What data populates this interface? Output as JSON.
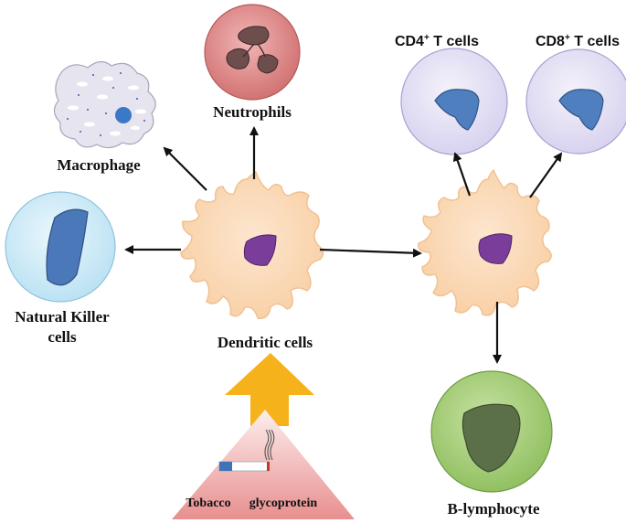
{
  "labels": {
    "macrophage": "Macrophage",
    "neutrophils": "Neutrophils",
    "natural_killer_line1": "Natural Killer",
    "natural_killer_line2": "cells",
    "dendritic_cells": "Dendritic cells",
    "cd4_prefix": "CD4",
    "cd4_sup": "+",
    "cd4_suffix": " T cells",
    "cd8_prefix": "CD8",
    "cd8_sup": "+",
    "cd8_suffix": " T cells",
    "b_lymphocyte": "B-lymphocyte",
    "tobacco": "Tobacco",
    "glycoprotein": "glycoprotein"
  },
  "colors": {
    "dendritic_body": "#fcd9b6",
    "dendritic_outline": "#f2c49a",
    "dendritic_nucleus": "#7a3d9a",
    "neutrophil_fill": "#d98080",
    "neutrophil_nucleus": "#6e4d4d",
    "t_cell_fill": "#e4e0f4",
    "t_cell_nucleus": "#4f7fbf",
    "nk_fill": "#cfeaf7",
    "nk_nucleus": "#4a78b8",
    "b_cell_fill": "#a6cf77",
    "b_cell_nucleus": "#5b7048",
    "macrophage_fill": "#e6e4ef",
    "macrophage_nucleus": "#3b78c8",
    "arrow": "#111111",
    "yellow_arrow": "#f6b21a",
    "triangle_top": "#fbe2e2",
    "triangle_bottom": "#e99393"
  }
}
